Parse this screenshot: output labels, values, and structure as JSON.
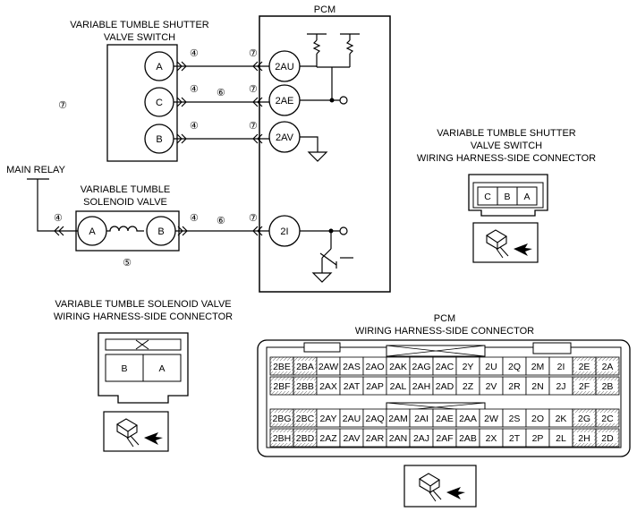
{
  "labels": {
    "pcm": "PCM",
    "switch_title_1": "VARIABLE TUMBLE SHUTTER",
    "switch_title_2": "VALVE SWITCH",
    "main_relay": "MAIN RELAY",
    "solenoid_title_1": "VARIABLE TUMBLE",
    "solenoid_title_2": "SOLENOID VALVE",
    "sw_conn_title_1": "VARIABLE TUMBLE SHUTTER",
    "sw_conn_title_2": "VALVE SWITCH",
    "sw_conn_title_3": "WIRING HARNESS-SIDE CONNECTOR",
    "sol_conn_title_1": "VARIABLE TUMBLE SOLENOID VALVE",
    "sol_conn_title_2": "WIRING HARNESS-SIDE CONNECTOR",
    "pcm_conn_title_1": "PCM",
    "pcm_conn_title_2": "WIRING HARNESS-SIDE CONNECTOR"
  },
  "switch_pins": [
    "A",
    "C",
    "B"
  ],
  "solenoid_pins": [
    "A",
    "B"
  ],
  "pcm_pins": [
    "2AU",
    "2AE",
    "2AV",
    "2I"
  ],
  "circled": {
    "four": "④",
    "five": "⑤",
    "six": "⑥",
    "seven": "⑦"
  },
  "sw_connector_cells": [
    "C",
    "B",
    "A"
  ],
  "sol_connector_cells": [
    "B",
    "A"
  ],
  "pcm_connector": {
    "row1": [
      "2BE",
      "2BA",
      "2AW",
      "2AS",
      "2AO",
      "2AK",
      "2AG",
      "2AC",
      "2Y",
      "2U",
      "2Q",
      "2M",
      "2I",
      "2E",
      "2A"
    ],
    "row2": [
      "2BF",
      "2BB",
      "2AX",
      "2AT",
      "2AP",
      "2AL",
      "2AH",
      "2AD",
      "2Z",
      "2V",
      "2R",
      "2N",
      "2J",
      "2F",
      "2B"
    ],
    "row3": [
      "2BG",
      "2BC",
      "2AY",
      "2AU",
      "2AQ",
      "2AM",
      "2AI",
      "2AE",
      "2AA",
      "2W",
      "2S",
      "2O",
      "2K",
      "2G",
      "2C"
    ],
    "row4": [
      "2BH",
      "2BD",
      "2AZ",
      "2AV",
      "2AR",
      "2AN",
      "2AJ",
      "2AF",
      "2AB",
      "2X",
      "2T",
      "2P",
      "2L",
      "2H",
      "2D"
    ]
  }
}
